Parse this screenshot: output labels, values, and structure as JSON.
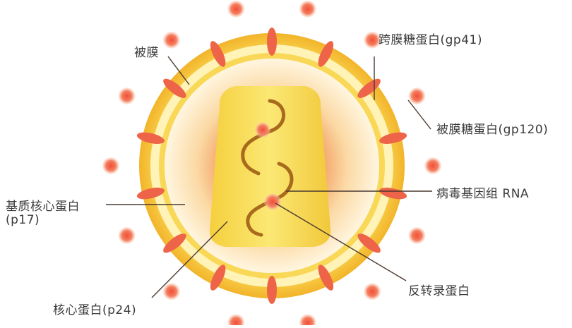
{
  "labels": {
    "envelope": "被膜",
    "gp41": "跨膜糖蛋白(gp41)",
    "gp120": "被膜糖蛋白(gp120)",
    "matrix_line1": "基质核心蛋白",
    "matrix_line2": "(p17)",
    "rna": "病毒基因组 RNA",
    "reverse_transcriptase": "反转录蛋白",
    "capsid": "核心蛋白(p24)"
  },
  "colors": {
    "spike": "#ee6448",
    "membrane_outer": "#f5c23a",
    "membrane_band": "#fff4b8",
    "core_fill": "#f7dc55",
    "rna_strand": "#a86a1c",
    "leader_line": "#4a3a30",
    "text": "#3a3a3a"
  }
}
